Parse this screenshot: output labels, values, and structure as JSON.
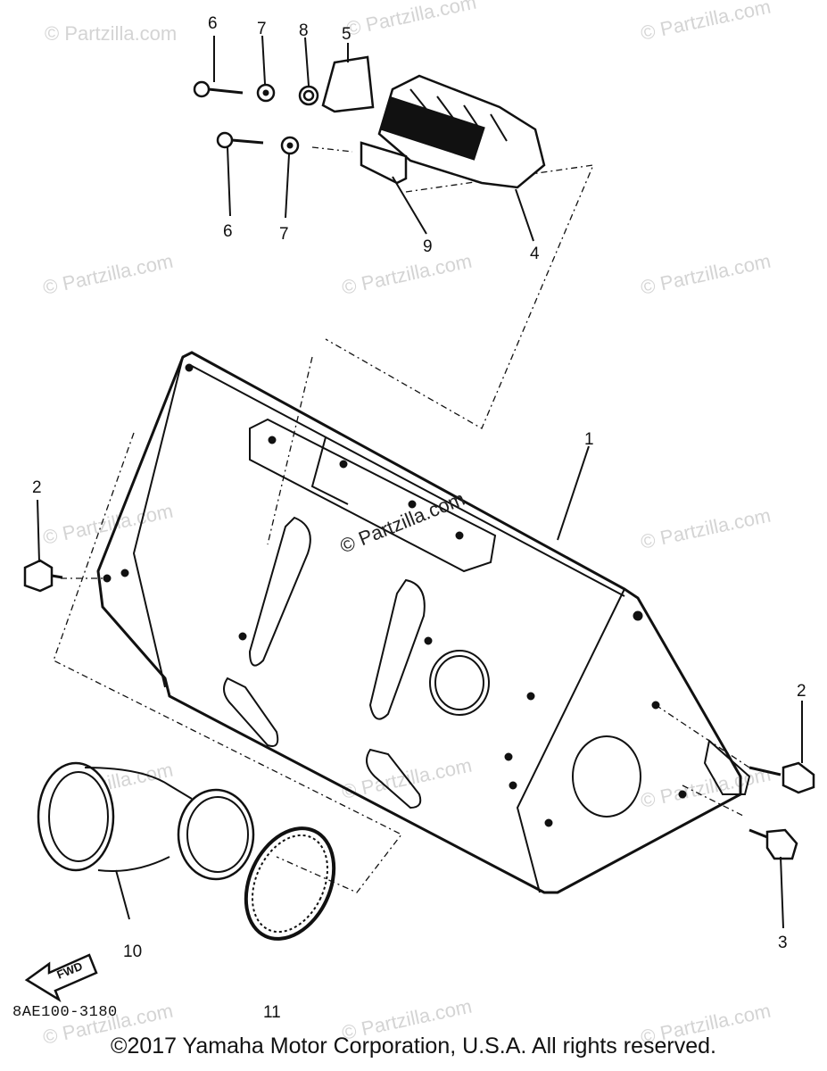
{
  "watermark": {
    "text": "© Partzilla.com"
  },
  "callouts": [
    {
      "id": "lbl-6a",
      "text": "6"
    },
    {
      "id": "lbl-7a",
      "text": "7"
    },
    {
      "id": "lbl-8",
      "text": "8"
    },
    {
      "id": "lbl-5",
      "text": "5"
    },
    {
      "id": "lbl-6b",
      "text": "6"
    },
    {
      "id": "lbl-7b",
      "text": "7"
    },
    {
      "id": "lbl-9",
      "text": "9"
    },
    {
      "id": "lbl-4",
      "text": "4"
    },
    {
      "id": "lbl-1",
      "text": "1"
    },
    {
      "id": "lbl-2a",
      "text": "2"
    },
    {
      "id": "lbl-2b",
      "text": "2"
    },
    {
      "id": "lbl-3",
      "text": "3"
    },
    {
      "id": "lbl-10",
      "text": "10"
    },
    {
      "id": "lbl-11",
      "text": "11"
    }
  ],
  "fwd_arrow": {
    "text": "FWD"
  },
  "diagram_code": "8AE100-3180",
  "copyright": "©2017  Yamaha Motor Corporation, U.S.A. All rights reserved."
}
